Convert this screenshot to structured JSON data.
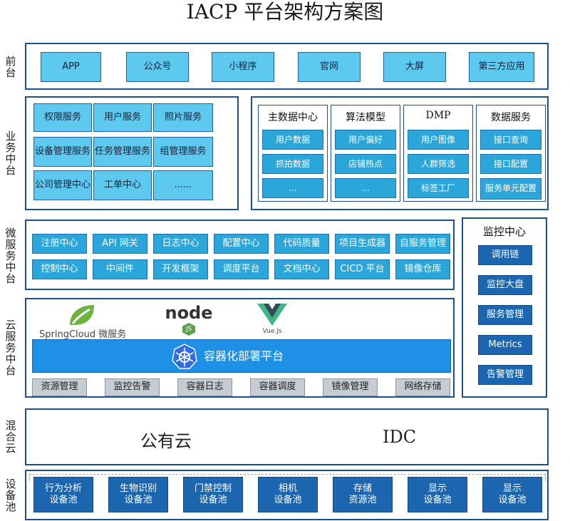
{
  "title": "IACP 平台架构方案图",
  "layers": {
    "front": "前台",
    "business": "业务中台",
    "micro": "微服务中台",
    "cloud": "云服务中台",
    "hybrid": "混合云",
    "device": "设备池"
  },
  "front_items": [
    "APP",
    "公众号",
    "小程序",
    "官网",
    "大屏",
    "第三方应用"
  ],
  "business_left": [
    "权限服务",
    "用户服务",
    "照片服务",
    "设备管理服务",
    "任务管理服务",
    "组管理服务",
    "公司管理中心",
    "工单中心",
    "......"
  ],
  "business_right": [
    {
      "head": "主数据中心",
      "items": [
        "用户数据",
        "抓拍数据",
        "..."
      ]
    },
    {
      "head": "算法模型",
      "items": [
        "用户偏好",
        "店铺热点",
        "..."
      ]
    },
    {
      "head": "DMP",
      "items": [
        "用户图像",
        "人群筛选",
        "标签工厂"
      ]
    },
    {
      "head": "数据服务",
      "items": [
        "接口查询",
        "接口配置",
        "服务单元配置"
      ]
    }
  ],
  "micro_items": [
    "注册中心",
    "API 网关",
    "日志中心",
    "配置中心",
    "代码质量",
    "项目生成器",
    "自服务管理",
    "控制中心",
    "中间件",
    "开发框架",
    "调度平台",
    "文档中心",
    "CICD 平台",
    "镜像仓库"
  ],
  "monitor": {
    "head": "监控中心",
    "items": [
      "调用链",
      "监控大盘",
      "服务管理",
      "Metrics",
      "告警管理"
    ]
  },
  "cloud": {
    "logos": {
      "spring": "SpringCloud",
      "spring_suffix": "微服务",
      "node": "node",
      "node_sub": "JS",
      "vue": "Vue.js"
    },
    "platform": "容器化部署平台",
    "items": [
      "资源管理",
      "监控告警",
      "容器日志",
      "容器调度",
      "镜像管理",
      "网络存储"
    ]
  },
  "hybrid": {
    "public": "公有云",
    "idc": "IDC"
  },
  "devices": [
    [
      "行为分析",
      "设备池"
    ],
    [
      "生物识别",
      "设备池"
    ],
    [
      "门禁控制",
      "设备池"
    ],
    [
      "相机",
      "设备池"
    ],
    [
      "存储",
      "资源池"
    ],
    [
      "显示",
      "设备池"
    ],
    [
      "显示",
      "设备池"
    ]
  ],
  "colors": {
    "frame": "#1f4e8c",
    "cyan": "#5ec9ee",
    "teal": "#2aa6da",
    "navy": "#1c66b0",
    "gray": "#c6ccd3",
    "platform": "#1e90e6",
    "k8s": "#326ce5"
  },
  "icons": [
    "spring-leaf-icon",
    "nodejs-logo",
    "vue-logo",
    "kubernetes-icon"
  ]
}
